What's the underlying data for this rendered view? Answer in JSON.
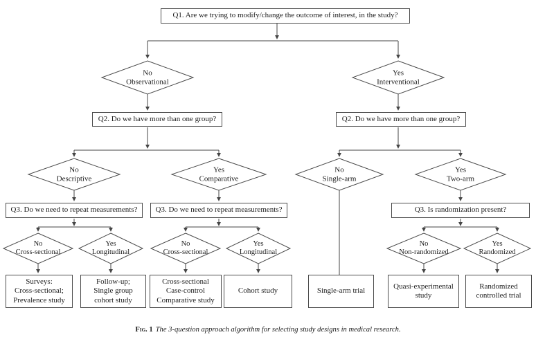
{
  "colors": {
    "line": "#454545",
    "node_border": "#4b4b4b",
    "text": "#1c1c1c",
    "background": "#ffffff"
  },
  "flowchart": {
    "q1": "Q1. Are we trying to modify/change the outcome of interest, in the study?",
    "observational": {
      "decision": "No\nObservational",
      "q2": "Q2. Do we have more than one group?",
      "descriptive": {
        "decision": "No\nDescriptive",
        "q3": "Q3. Do we need to repeat measurements?",
        "cross_sectional": {
          "decision": "No\nCross-sectional",
          "outcome": "Surveys:\nCross-sectional;\nPrevalence study"
        },
        "longitudinal": {
          "decision": "Yes\nLongitudinal",
          "outcome": "Follow-up;\nSingle group\ncohort study"
        }
      },
      "comparative": {
        "decision": "Yes\nComparative",
        "q3": "Q3. Do we need to repeat measurements?",
        "cross_sectional": {
          "decision": "No\nCross-sectional",
          "outcome": "Cross-sectional\nCase-control\nComparative study"
        },
        "longitudinal": {
          "decision": "Yes\nLongitudinal",
          "outcome": "Cohort study"
        }
      }
    },
    "interventional": {
      "decision": "Yes\nInterventional",
      "q2": "Q2. Do we have more than one group?",
      "single_arm": {
        "decision": "No\nSingle-arm",
        "outcome": "Single-arm trial"
      },
      "two_arm": {
        "decision": "Yes\nTwo-arm",
        "q3": "Q3. Is randomization present?",
        "non_randomized": {
          "decision": "No\nNon-randomized",
          "outcome": "Quasi-experimental\nstudy"
        },
        "randomized": {
          "decision": "Yes\nRandomized",
          "outcome": "Randomized\ncontrolled trial"
        }
      }
    }
  },
  "caption": {
    "label": "Fig. 1",
    "text": "The 3-question approach algorithm for selecting study designs in medical research."
  }
}
